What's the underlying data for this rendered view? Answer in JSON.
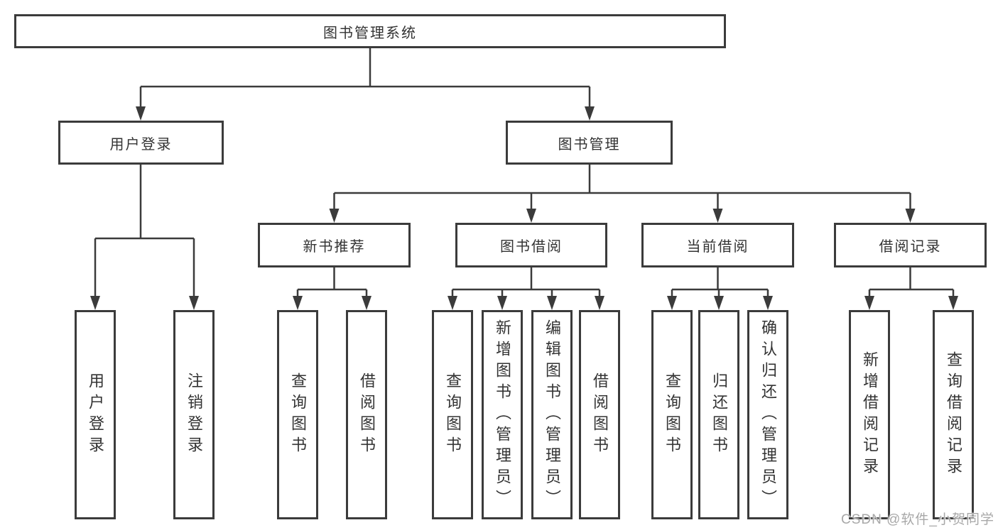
{
  "colors": {
    "background": "#ffffff",
    "line": "#3b3b3b",
    "box_border": "#3b3b3b",
    "text": "#333333",
    "watermark": "#a8a8a8"
  },
  "nodes": {
    "root": "图书管理系统",
    "user_login": "用户登录",
    "book_management": "图书管理",
    "new_book_recommend": "新书推荐",
    "book_borrowing": "图书借阅",
    "current_borrowing": "当前借阅",
    "borrow_records": "借阅记录"
  },
  "leaves": {
    "user_login": [
      "用户登录",
      "注销登录"
    ],
    "new_book_recommend": [
      "查询图书",
      "借阅图书"
    ],
    "book_borrowing": [
      "查询图书",
      "新增图书（管理员）",
      "编辑图书（管理员）",
      "借阅图书"
    ],
    "current_borrowing": [
      "查询图书",
      "归还图书",
      "确认归还（管理员）"
    ],
    "borrow_records": [
      "新增借阅记录",
      "查询借阅记录"
    ]
  },
  "watermark": "CSDN @软件_小贺同学"
}
